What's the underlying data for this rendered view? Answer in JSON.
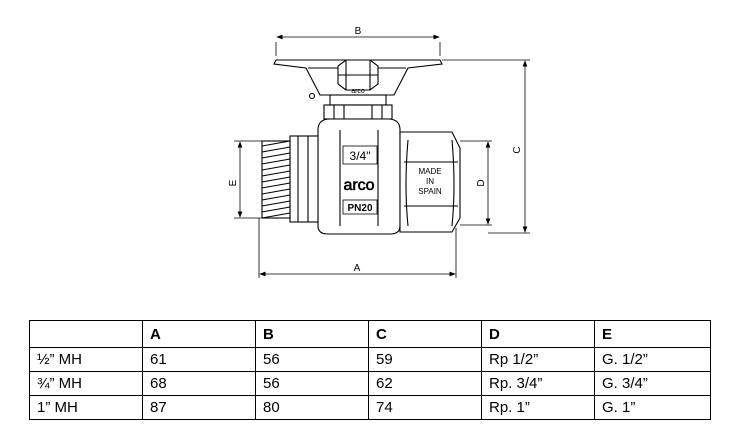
{
  "drawing": {
    "dimensions": {
      "a": "A",
      "b": "B",
      "c": "C",
      "d": "D",
      "e": "E"
    },
    "markings": {
      "size": "3/4\"",
      "brand": "arco",
      "pressure": "PN20",
      "origin_line1": "MADE",
      "origin_line2": "IN",
      "origin_line3": "SPAIN",
      "handle_brand": "arco"
    }
  },
  "table": {
    "headers": [
      "",
      "A",
      "B",
      "C",
      "D",
      "E"
    ],
    "rows": [
      [
        "½” MH",
        "61",
        "56",
        "59",
        "Rp 1/2”",
        "G. 1/2”"
      ],
      [
        "¾” MH",
        "68",
        "56",
        "62",
        "Rp. 3/4”",
        "G. 3/4”"
      ],
      [
        "1” MH",
        "87",
        "80",
        "74",
        "Rp. 1”",
        "G. 1”"
      ]
    ]
  }
}
